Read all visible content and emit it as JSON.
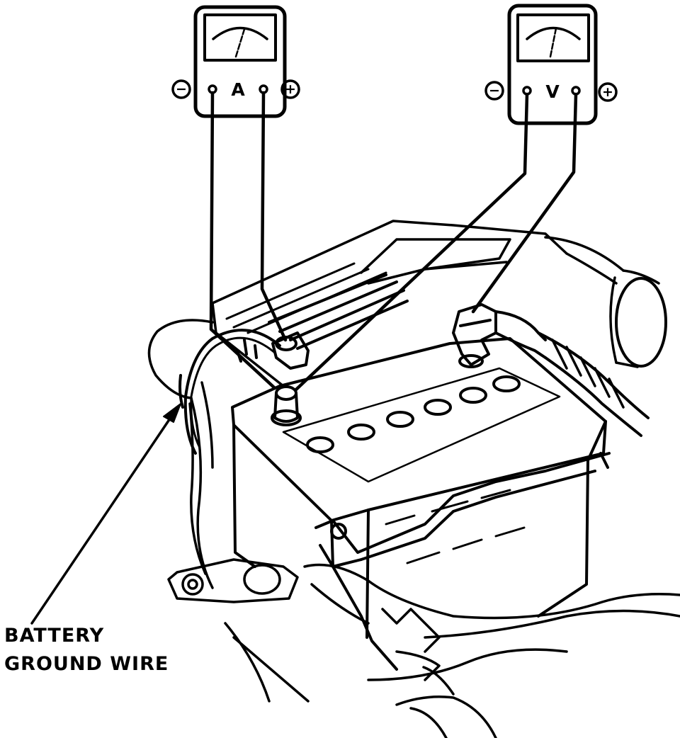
{
  "ammeter": {
    "letter": "A",
    "minus_sign": "−",
    "plus_sign": "+"
  },
  "voltmeter": {
    "letter": "V",
    "minus_sign": "−",
    "plus_sign": "+"
  },
  "callout": {
    "line1": "BATTERY",
    "line2": "GROUND WIRE"
  },
  "colors": {
    "ink": "#000000",
    "paper": "#ffffff"
  }
}
